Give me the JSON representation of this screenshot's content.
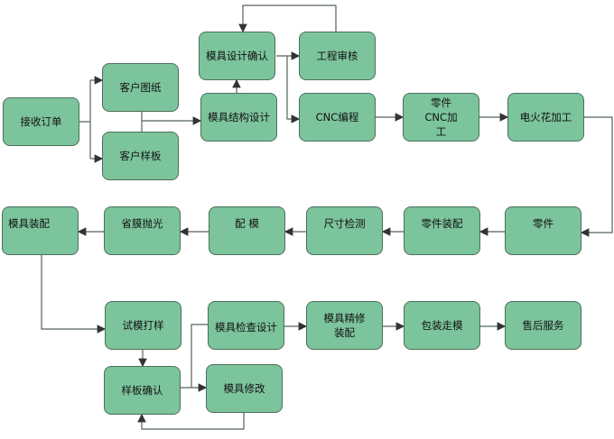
{
  "colors": {
    "box_fill": "#7cc49c",
    "box_border": "#4d6e5a",
    "line": "#4a5a50"
  },
  "nodes": {
    "receive_order": "接收订单",
    "customer_drawing": "客户图纸",
    "customer_sample": "客户样板",
    "mold_design_confirm": "模具设计确认",
    "mold_structure_design": "模具结构设计",
    "engineering_review": "工程审核",
    "cnc_programming": "CNC编程",
    "part_cnc": "零件CNC加工",
    "edm": "电火花加工",
    "parts": "零件",
    "part_assembly": "零件装配",
    "dimension_check": "尺寸检测",
    "mold_fitting": "配 模",
    "polishing": "省膜抛光",
    "mold_assembly": "模具装配",
    "trial_sample": "试模打样",
    "sample_confirm": "样板确认",
    "mold_inspection_design": "模具检查设计",
    "mold_modify": "模具修改",
    "mold_finishing": "模具精修装配",
    "packing": "包装走模",
    "after_sales": "售后服务"
  }
}
